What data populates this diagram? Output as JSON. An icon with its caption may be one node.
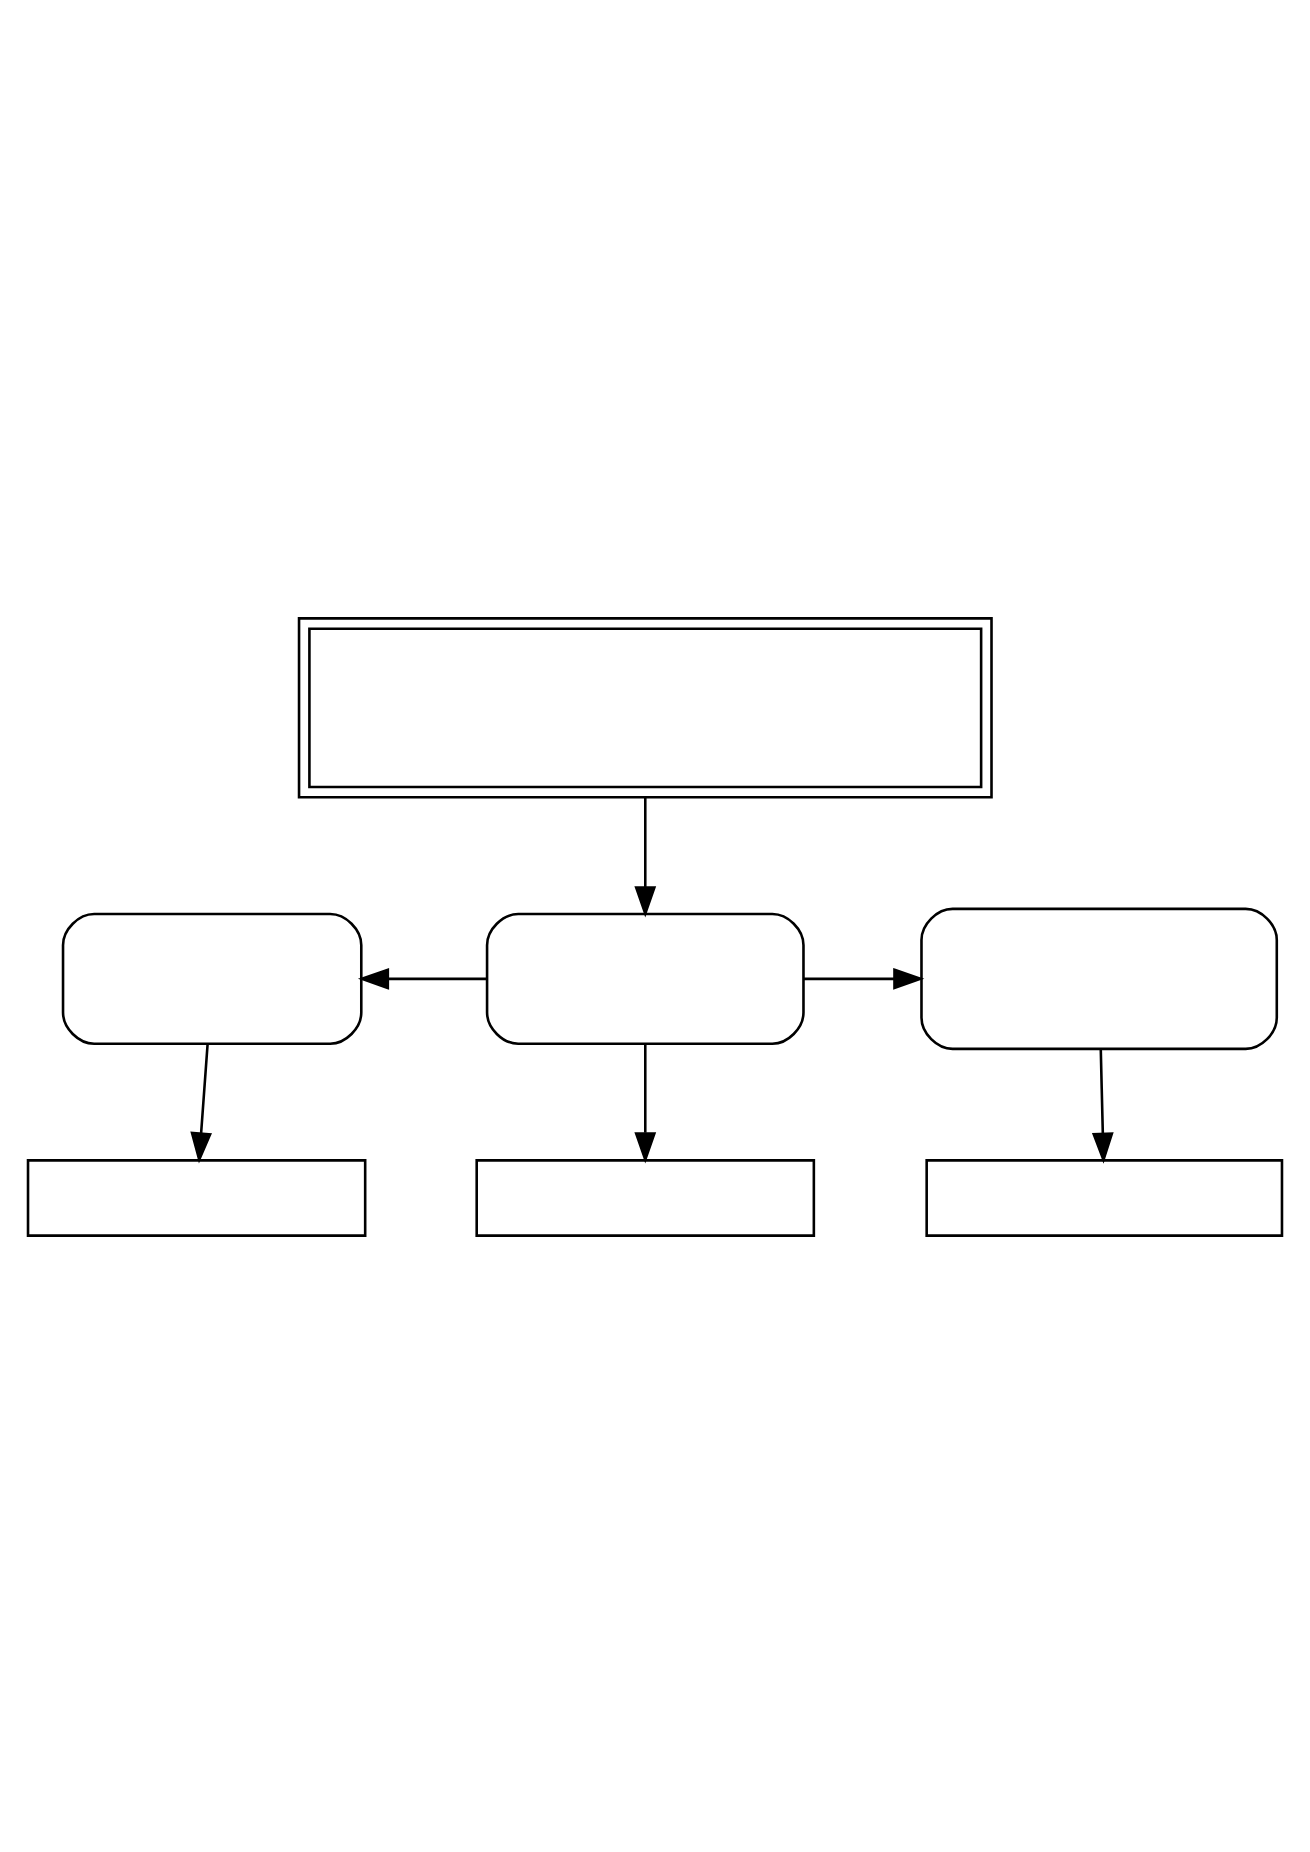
{
  "diagram": {
    "nodes": [
      {
        "text": [],
        "shape": "box"
      },
      {
        "text": [],
        "shape": "box"
      },
      {
        "text": [],
        "shape": "box"
      },
      {
        "text": [],
        "shape": "box"
      },
      {
        "text": [],
        "shape": "box"
      },
      {
        "text": [],
        "shape": "box"
      },
      {
        "text": [],
        "shape": "box"
      }
    ],
    "edges": [
      {
        "from": 0,
        "to": 2,
        "arrow": "to"
      },
      {
        "from": 2,
        "to": 1,
        "arrow": "to"
      },
      {
        "from": 2,
        "to": 3,
        "arrow": "to"
      },
      {
        "from": 1,
        "to": 4,
        "arrow": "to"
      },
      {
        "from": 2,
        "to": 5,
        "arrow": "to"
      },
      {
        "from": 3,
        "to": 6,
        "arrow": "to"
      }
    ]
  }
}
